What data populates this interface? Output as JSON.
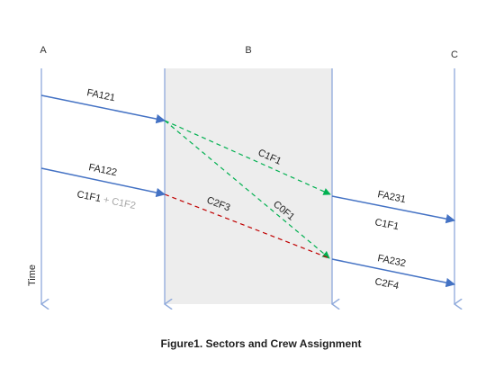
{
  "columns": {
    "a": "A",
    "b": "B",
    "c": "C"
  },
  "time_label": "Time",
  "flights": {
    "fa121": "FA121",
    "fa122": "FA122",
    "fa231": "FA231",
    "fa232": "FA232"
  },
  "crews": {
    "fa122_primary": "C1F1",
    "fa122_plus": " + C1F2",
    "c1f1_transfer": "C1F1",
    "c0f1_transfer": "C0F1",
    "c2f3_transfer": "C2F3",
    "fa231_crew": "C1F1",
    "fa232_crew": "C2F4"
  },
  "caption": "Figure1. Sectors and Crew Assignment",
  "colors": {
    "flight_arrow": "#4472c4",
    "crew_transfer": "#00b050",
    "crew_transfer_red": "#c00000",
    "sector_b_fill": "#ededed",
    "timeline": "#8ea9db",
    "secondary_text": "#a6a6a6"
  }
}
